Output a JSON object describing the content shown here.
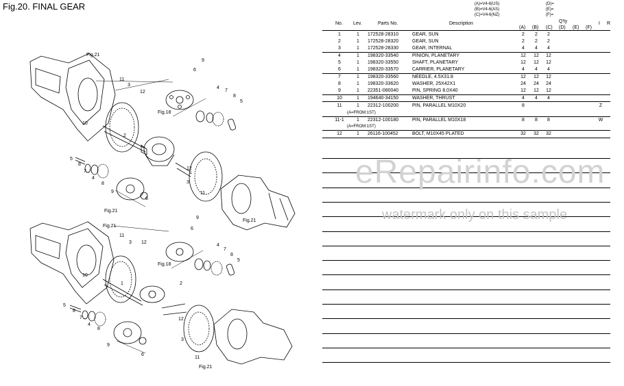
{
  "figure_title": "Fig.20.  FINAL GEAR",
  "models": {
    "a": "(A)=V4-6(US)",
    "b": "(B)=V4-6(AS)",
    "c": "(C)=V4-6(NZ)",
    "d": "(D)=",
    "e": "(E)=",
    "f": "(F)="
  },
  "table_header": {
    "no": "No.",
    "lev": "Lev.",
    "parts_no": "Parts No.",
    "description": "Description",
    "qty": "Q'ty",
    "i": "I",
    "r": "R",
    "cols": [
      "(A)",
      "(B)",
      "(C)",
      "(D)",
      "(E)",
      "(F)"
    ]
  },
  "rows": [
    {
      "no": "1",
      "lev": "1",
      "pn": "172528-28310",
      "desc": "GEAR, SUN",
      "a": "2",
      "b": "2",
      "c": "2",
      "i": ""
    },
    {
      "no": "2",
      "lev": "1",
      "pn": "172528-28320",
      "desc": "GEAR, SUN",
      "a": "2",
      "b": "2",
      "c": "2",
      "i": ""
    },
    {
      "no": "3",
      "lev": "1",
      "pn": "172528-28330",
      "desc": "GEAR, INTERNAL",
      "a": "4",
      "b": "4",
      "c": "4",
      "i": ""
    },
    {
      "no": "4",
      "lev": "1",
      "pn": "198320-33540",
      "desc": "PINION, PLANETARY",
      "a": "12",
      "b": "12",
      "c": "12",
      "i": ""
    },
    {
      "no": "5",
      "lev": "1",
      "pn": "198320-33550",
      "desc": "SHAFT, PLANETARY",
      "a": "12",
      "b": "12",
      "c": "12",
      "i": ""
    },
    {
      "no": "6",
      "lev": "1",
      "pn": "198320-33570",
      "desc": "CARRIER, PLANETARY",
      "a": "4",
      "b": "4",
      "c": "4",
      "i": ""
    },
    {
      "no": "7",
      "lev": "1",
      "pn": "198320-33560",
      "desc": "NEEDLE, 4.5X31.8",
      "a": "12",
      "b": "12",
      "c": "12",
      "i": ""
    },
    {
      "no": "8",
      "lev": "1",
      "pn": "198320-33620",
      "desc": "WASHER, 25X42X1",
      "a": "24",
      "b": "24",
      "c": "24",
      "i": ""
    },
    {
      "no": "9",
      "lev": "1",
      "pn": "22351-080040",
      "desc": "PIN, SPRING 8.0X40",
      "a": "12",
      "b": "12",
      "c": "12",
      "i": ""
    },
    {
      "no": "10",
      "lev": "1",
      "pn": "194640-34150",
      "desc": "WASHER, THRUST",
      "a": "4",
      "b": "4",
      "c": "4",
      "i": ""
    },
    {
      "no": "11",
      "lev": "1",
      "pn": "22312-100200",
      "desc": "PIN, PARALLEL M10X20",
      "a": "8",
      "b": "",
      "c": "",
      "i": "Z"
    },
    {
      "no": "11-1",
      "lev": "1",
      "pn": "22312-100180",
      "desc": "PIN, PARALLEL M10X18",
      "a": "8",
      "b": "8",
      "c": "8",
      "i": "W"
    },
    {
      "no": "12",
      "lev": "1",
      "pn": "26116-100452",
      "desc": "BOLT, M10X45 PLATED",
      "a": "32",
      "b": "32",
      "c": "32",
      "i": ""
    }
  ],
  "notes": {
    "row11": "(A=FROM:1ST)",
    "row11_1": "(A=FROM:1ST)"
  },
  "watermark": {
    "main": "eRepairinfo.com",
    "sub": "watermark only on this sample"
  },
  "diagram_labels": {
    "fig21": "Fig.21",
    "fig18": "Fig.18",
    "n1": "1",
    "n2": "2",
    "n3": "3",
    "n4": "4",
    "n5": "5",
    "n6": "6",
    "n7": "7",
    "n8": "8",
    "n9": "9",
    "n10": "10",
    "n11": "11",
    "n12": "12"
  }
}
